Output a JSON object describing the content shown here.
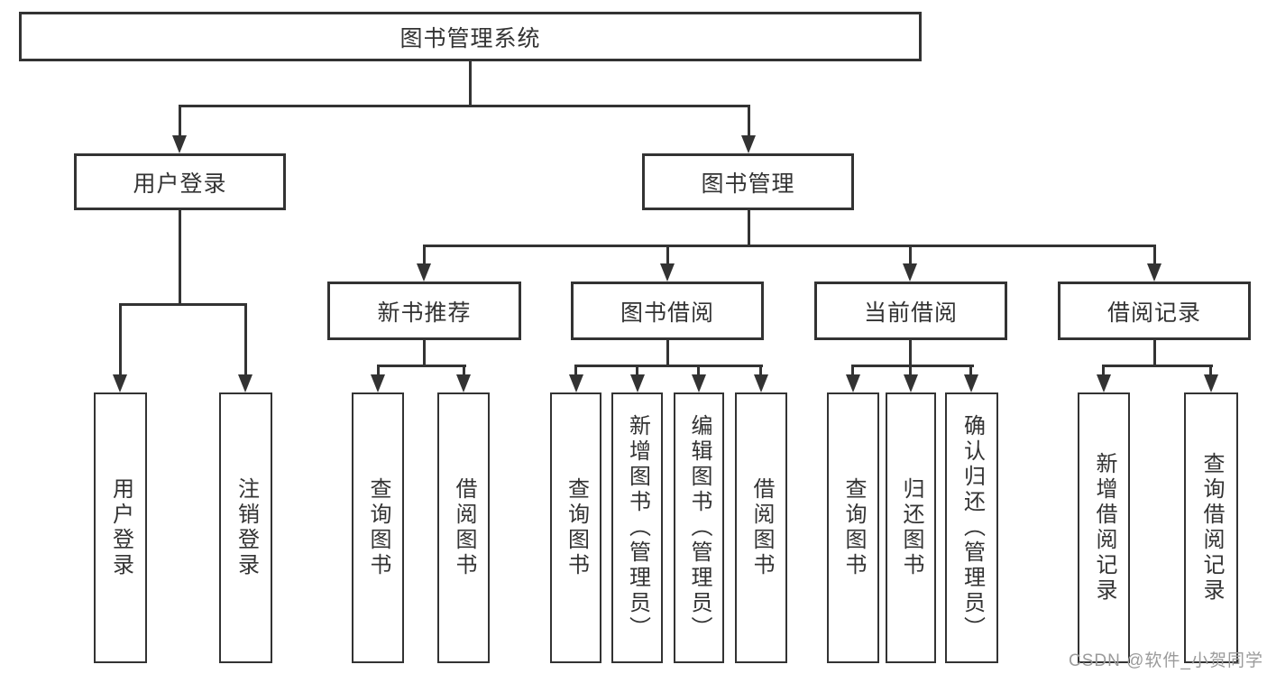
{
  "tree": {
    "label": "图书管理系统",
    "children": [
      {
        "label": "用户登录",
        "children": [
          {
            "label": "用户登录"
          },
          {
            "label": "注销登录"
          }
        ]
      },
      {
        "label": "图书管理",
        "children": [
          {
            "label": "新书推荐",
            "children": [
              {
                "label": "查询图书"
              },
              {
                "label": "借阅图书"
              }
            ]
          },
          {
            "label": "图书借阅",
            "children": [
              {
                "label": "查询图书"
              },
              {
                "label": "新增图书（管理员）"
              },
              {
                "label": "编辑图书（管理员）"
              },
              {
                "label": "借阅图书"
              }
            ]
          },
          {
            "label": "当前借阅",
            "children": [
              {
                "label": "查询图书"
              },
              {
                "label": "归还图书"
              },
              {
                "label": "确认归还（管理员）"
              }
            ]
          },
          {
            "label": "借阅记录",
            "children": [
              {
                "label": "新增借阅记录"
              },
              {
                "label": "查询借阅记录"
              }
            ]
          }
        ]
      }
    ]
  },
  "watermark": {
    "text": "CSDN @软件_小贺同学"
  },
  "colors": {
    "line": "#333333",
    "box_fill": "#ffffff",
    "text": "#333333",
    "watermark": "#9b9b9b",
    "background": "#ffffff"
  }
}
